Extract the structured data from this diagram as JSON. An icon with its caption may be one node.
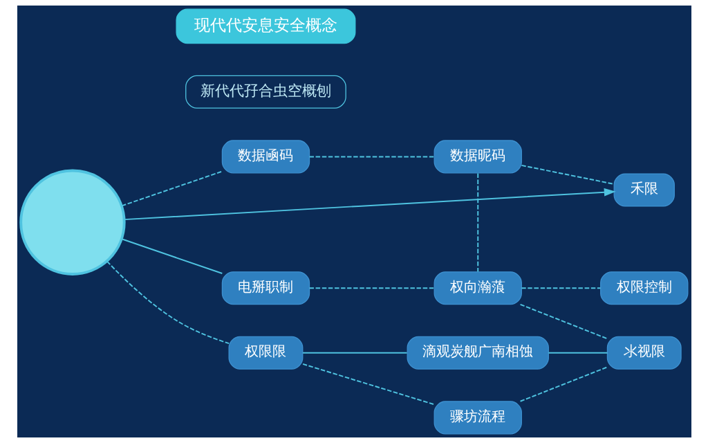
{
  "diagram": {
    "nodes": [
      {
        "text": [],
        "shape": "circle"
      },
      {
        "text": [
          "现代代安息安全概念"
        ]
      },
      {
        "text": [
          "新代代孖合虫空概刨"
        ]
      },
      {
        "text": [
          "数据凾码"
        ]
      },
      {
        "text": [
          "数据昵码"
        ]
      },
      {
        "text": [
          "禾限"
        ]
      },
      {
        "text": [
          "电掰职制"
        ]
      },
      {
        "text": [
          "权向瀚蒗"
        ]
      },
      {
        "text": [
          "权限控制"
        ]
      },
      {
        "text": [
          "权限限"
        ]
      },
      {
        "text": [
          "骤坊流程"
        ]
      },
      {
        "text": [
          "氺视限"
        ]
      },
      {
        "text": [
          "滴观炭舰广南相蚀"
        ]
      }
    ],
    "edges": [
      {
        "from": 0,
        "to": 5,
        "arrow": "to"
      },
      {
        "from": 0,
        "to": 3,
        "arrow": "none",
        "style": "dashed"
      },
      {
        "from": 0,
        "to": 6,
        "arrow": "none"
      },
      {
        "from": 0,
        "to": 9,
        "arrow": "none",
        "style": "dashed"
      },
      {
        "from": 3,
        "to": 4,
        "arrow": "none",
        "style": "dashed"
      },
      {
        "from": 4,
        "to": 5,
        "arrow": "none",
        "style": "dashed"
      },
      {
        "from": 4,
        "to": 7,
        "arrow": "none",
        "style": "dashed"
      },
      {
        "from": 6,
        "to": 7,
        "arrow": "none",
        "style": "dashed"
      },
      {
        "from": 7,
        "to": 8,
        "arrow": "none",
        "style": "dashed"
      },
      {
        "from": 7,
        "to": 11,
        "arrow": "none",
        "style": "dashed"
      },
      {
        "from": 9,
        "to": 10,
        "arrow": "none",
        "style": "dashed"
      },
      {
        "from": 10,
        "to": 11,
        "arrow": "none",
        "style": "dashed"
      },
      {
        "from": 9,
        "to": 12,
        "arrow": "none"
      },
      {
        "from": 11,
        "to": 12,
        "arrow": "none"
      }
    ]
  }
}
